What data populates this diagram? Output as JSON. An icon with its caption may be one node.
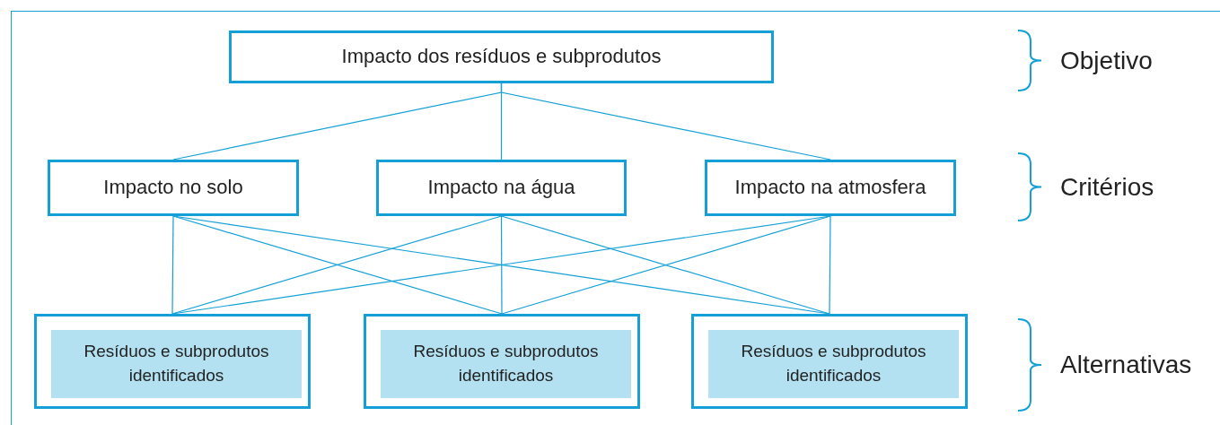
{
  "diagram": {
    "nodes": [
      {
        "text": [
          "Impacto dos resíduos e subprodutos"
        ]
      },
      {
        "text": [
          "Impacto no solo"
        ]
      },
      {
        "text": [
          "Impacto na água"
        ]
      },
      {
        "text": [
          "Impacto na atmosfera"
        ]
      },
      {
        "text": [],
        "shape": "box"
      },
      {
        "text": [
          "Resíduos e subprodutos identificados"
        ],
        "in": 4
      },
      {
        "text": [],
        "shape": "box"
      },
      {
        "text": [
          "Resíduos e subprodutos identificados"
        ],
        "in": 6
      },
      {
        "text": [],
        "shape": "box"
      },
      {
        "text": [
          "Resíduos e subprodutos identificados"
        ],
        "in": 8
      }
    ],
    "edges": [
      {
        "from": 0,
        "to": 1,
        "arrow": "none"
      },
      {
        "from": 0,
        "to": 2,
        "arrow": "none"
      },
      {
        "from": 0,
        "to": 3,
        "arrow": "none"
      },
      {
        "from": 1,
        "to": 4,
        "arrow": "none"
      },
      {
        "from": 1,
        "to": 6,
        "arrow": "none"
      },
      {
        "from": 1,
        "to": 8,
        "arrow": "none"
      },
      {
        "from": 2,
        "to": 4,
        "arrow": "none"
      },
      {
        "from": 2,
        "to": 6,
        "arrow": "none"
      },
      {
        "from": 2,
        "to": 8,
        "arrow": "none"
      },
      {
        "from": 3,
        "to": 4,
        "arrow": "none"
      },
      {
        "from": 3,
        "to": 6,
        "arrow": "none"
      },
      {
        "from": 3,
        "to": 8,
        "arrow": "none"
      }
    ],
    "labels": [
      "Objetivo",
      "Critérios",
      "Alternativas"
    ]
  }
}
